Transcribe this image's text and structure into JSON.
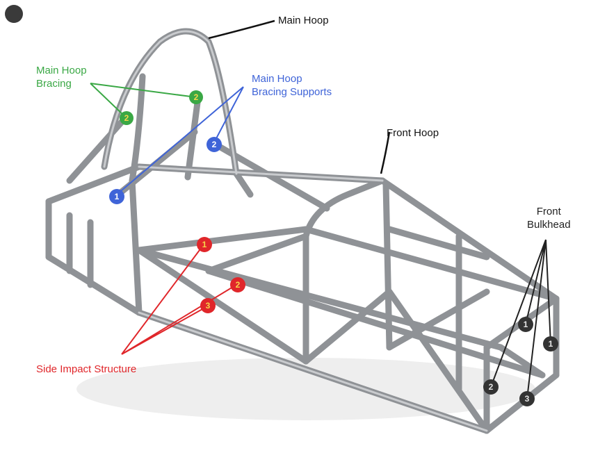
{
  "colors": {
    "green": "#3aa845",
    "blue": "#3f64d8",
    "red": "#e0262a",
    "dark": "#333333",
    "tube": "#8f9296",
    "corner_dot": "#3a3a3a"
  },
  "labels": {
    "main_hoop": "Main Hoop",
    "main_hoop_bracing": [
      "Main Hoop",
      "Bracing"
    ],
    "main_hoop_bracing_supports": [
      "Main Hoop",
      "Bracing Supports"
    ],
    "front_hoop": "Front Hoop",
    "front_bulkhead": [
      "Front",
      "Bulkhead"
    ],
    "side_impact_structure": "Side Impact Structure"
  },
  "markers": {
    "green": [
      "2",
      "2"
    ],
    "blue": [
      "1",
      "2"
    ],
    "red": [
      "1",
      "2",
      "3"
    ],
    "dark": [
      "1",
      "1",
      "2",
      "3"
    ]
  }
}
